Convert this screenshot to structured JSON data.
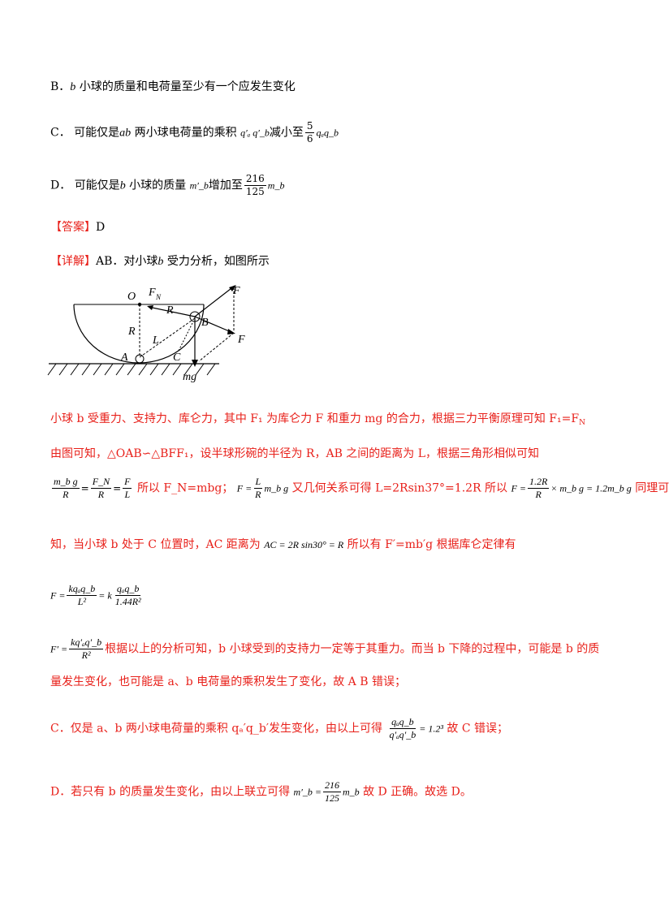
{
  "option_b": {
    "letter": "B．",
    "var": "b",
    "text": " 小球的质量和电荷量至少有一个应发生变化"
  },
  "option_c": {
    "letter": "C．",
    "pre": "可能仅是",
    "var": "ab",
    "mid": " 两小球电荷量的乘积",
    "expr": "q′ₐ q′_b",
    "suf": "减小至",
    "num": "5",
    "den": "6",
    "tail": "qₐq_b"
  },
  "option_d": {
    "letter": "D．",
    "pre": "可能仅是",
    "var": "b",
    "mid": " 小球的质量",
    "expr": "m′_b",
    "suf": "增加至",
    "num": "216",
    "den": "125",
    "tail": "m_b"
  },
  "answer": {
    "label": "【答案】",
    "value": "D"
  },
  "detail": {
    "label": "【详解】",
    "text": "AB．对小球",
    "var": "b",
    "text2": " 受力分析，如图所示"
  },
  "figure": {
    "labels": {
      "O": "O",
      "FN": "F",
      "FN_sub": "N",
      "F": "F",
      "R1": "R",
      "R2": "R",
      "B": "B",
      "L": "L",
      "F1": "F",
      "F1_sub": "1",
      "A": "A",
      "C": "C",
      "mg": "mg"
    }
  },
  "para1": {
    "text": "小球 b 受重力、支持力、库仑力，其中 F₁ 为库仑力 F 和重力 mg 的合力，根据三力平衡原理可知 F₁=F",
    "sub": "N"
  },
  "para2": {
    "text": "由图可知，△OAB∽△BFF₁，设半球形碗的半径为 R，AB 之间的距离为 L，根据三角形相似可知"
  },
  "eq1": {
    "f1n": "m_b g",
    "f1d": "R",
    "f2n": "F_N",
    "f2d": "R",
    "f3n": "F",
    "f3d": "L",
    "t1": "所以 F_N=mbg；",
    "eq2": "F =",
    "f4n": "L",
    "f4d": "R",
    "eq2tail": "m_b g",
    "t2": "又几何关系可得 L=2Rsin37°=1.2R  所以",
    "eq3": "F =",
    "f5n": "1.2R",
    "f5d": "R",
    "eq3tail": "× m_b g = 1.2m_b g",
    "t3": "同理可"
  },
  "para3": {
    "pre": "知，当小球 b 处于 C 位置时，AC 距离为",
    "expr": "AC = 2R sin30° = R",
    "post": "所以有 F′=mb′g 根据库仑定律有"
  },
  "eq4": {
    "lhs": "F =",
    "n1": "kqₐq_b",
    "d1": "L²",
    "mid": "= k",
    "n2": "qₐq_b",
    "d2": "1.44R²"
  },
  "eq5": {
    "lhs": "F′ =",
    "n1": "kq′ₐq′_b",
    "d1": "R²",
    "text": "根据以上的分析可知，b 小球受到的支持力一定等于其重力。而当 b 下降的过程中，可能是 b 的质"
  },
  "para4": {
    "text": "量发生变化，也可能是 a、b 电荷量的乘积发生了变化，故 A B 错误；"
  },
  "para5": {
    "pre": "C．仅是 a、b 两小球电荷量的乘积 qₐ′q_b′发生变化，由以上可得",
    "n": "qₐq_b",
    "d": "q′ₐq′_b",
    "rhs": "= 1.2³",
    "post": "故 C 错误；"
  },
  "para6": {
    "pre": "D．若只有 b 的质量发生变化，由以上联立可得",
    "lhs": "m′_b =",
    "n": "216",
    "d": "125",
    "tail": "m_b",
    "post": "故 D 正确。故选 D。"
  }
}
